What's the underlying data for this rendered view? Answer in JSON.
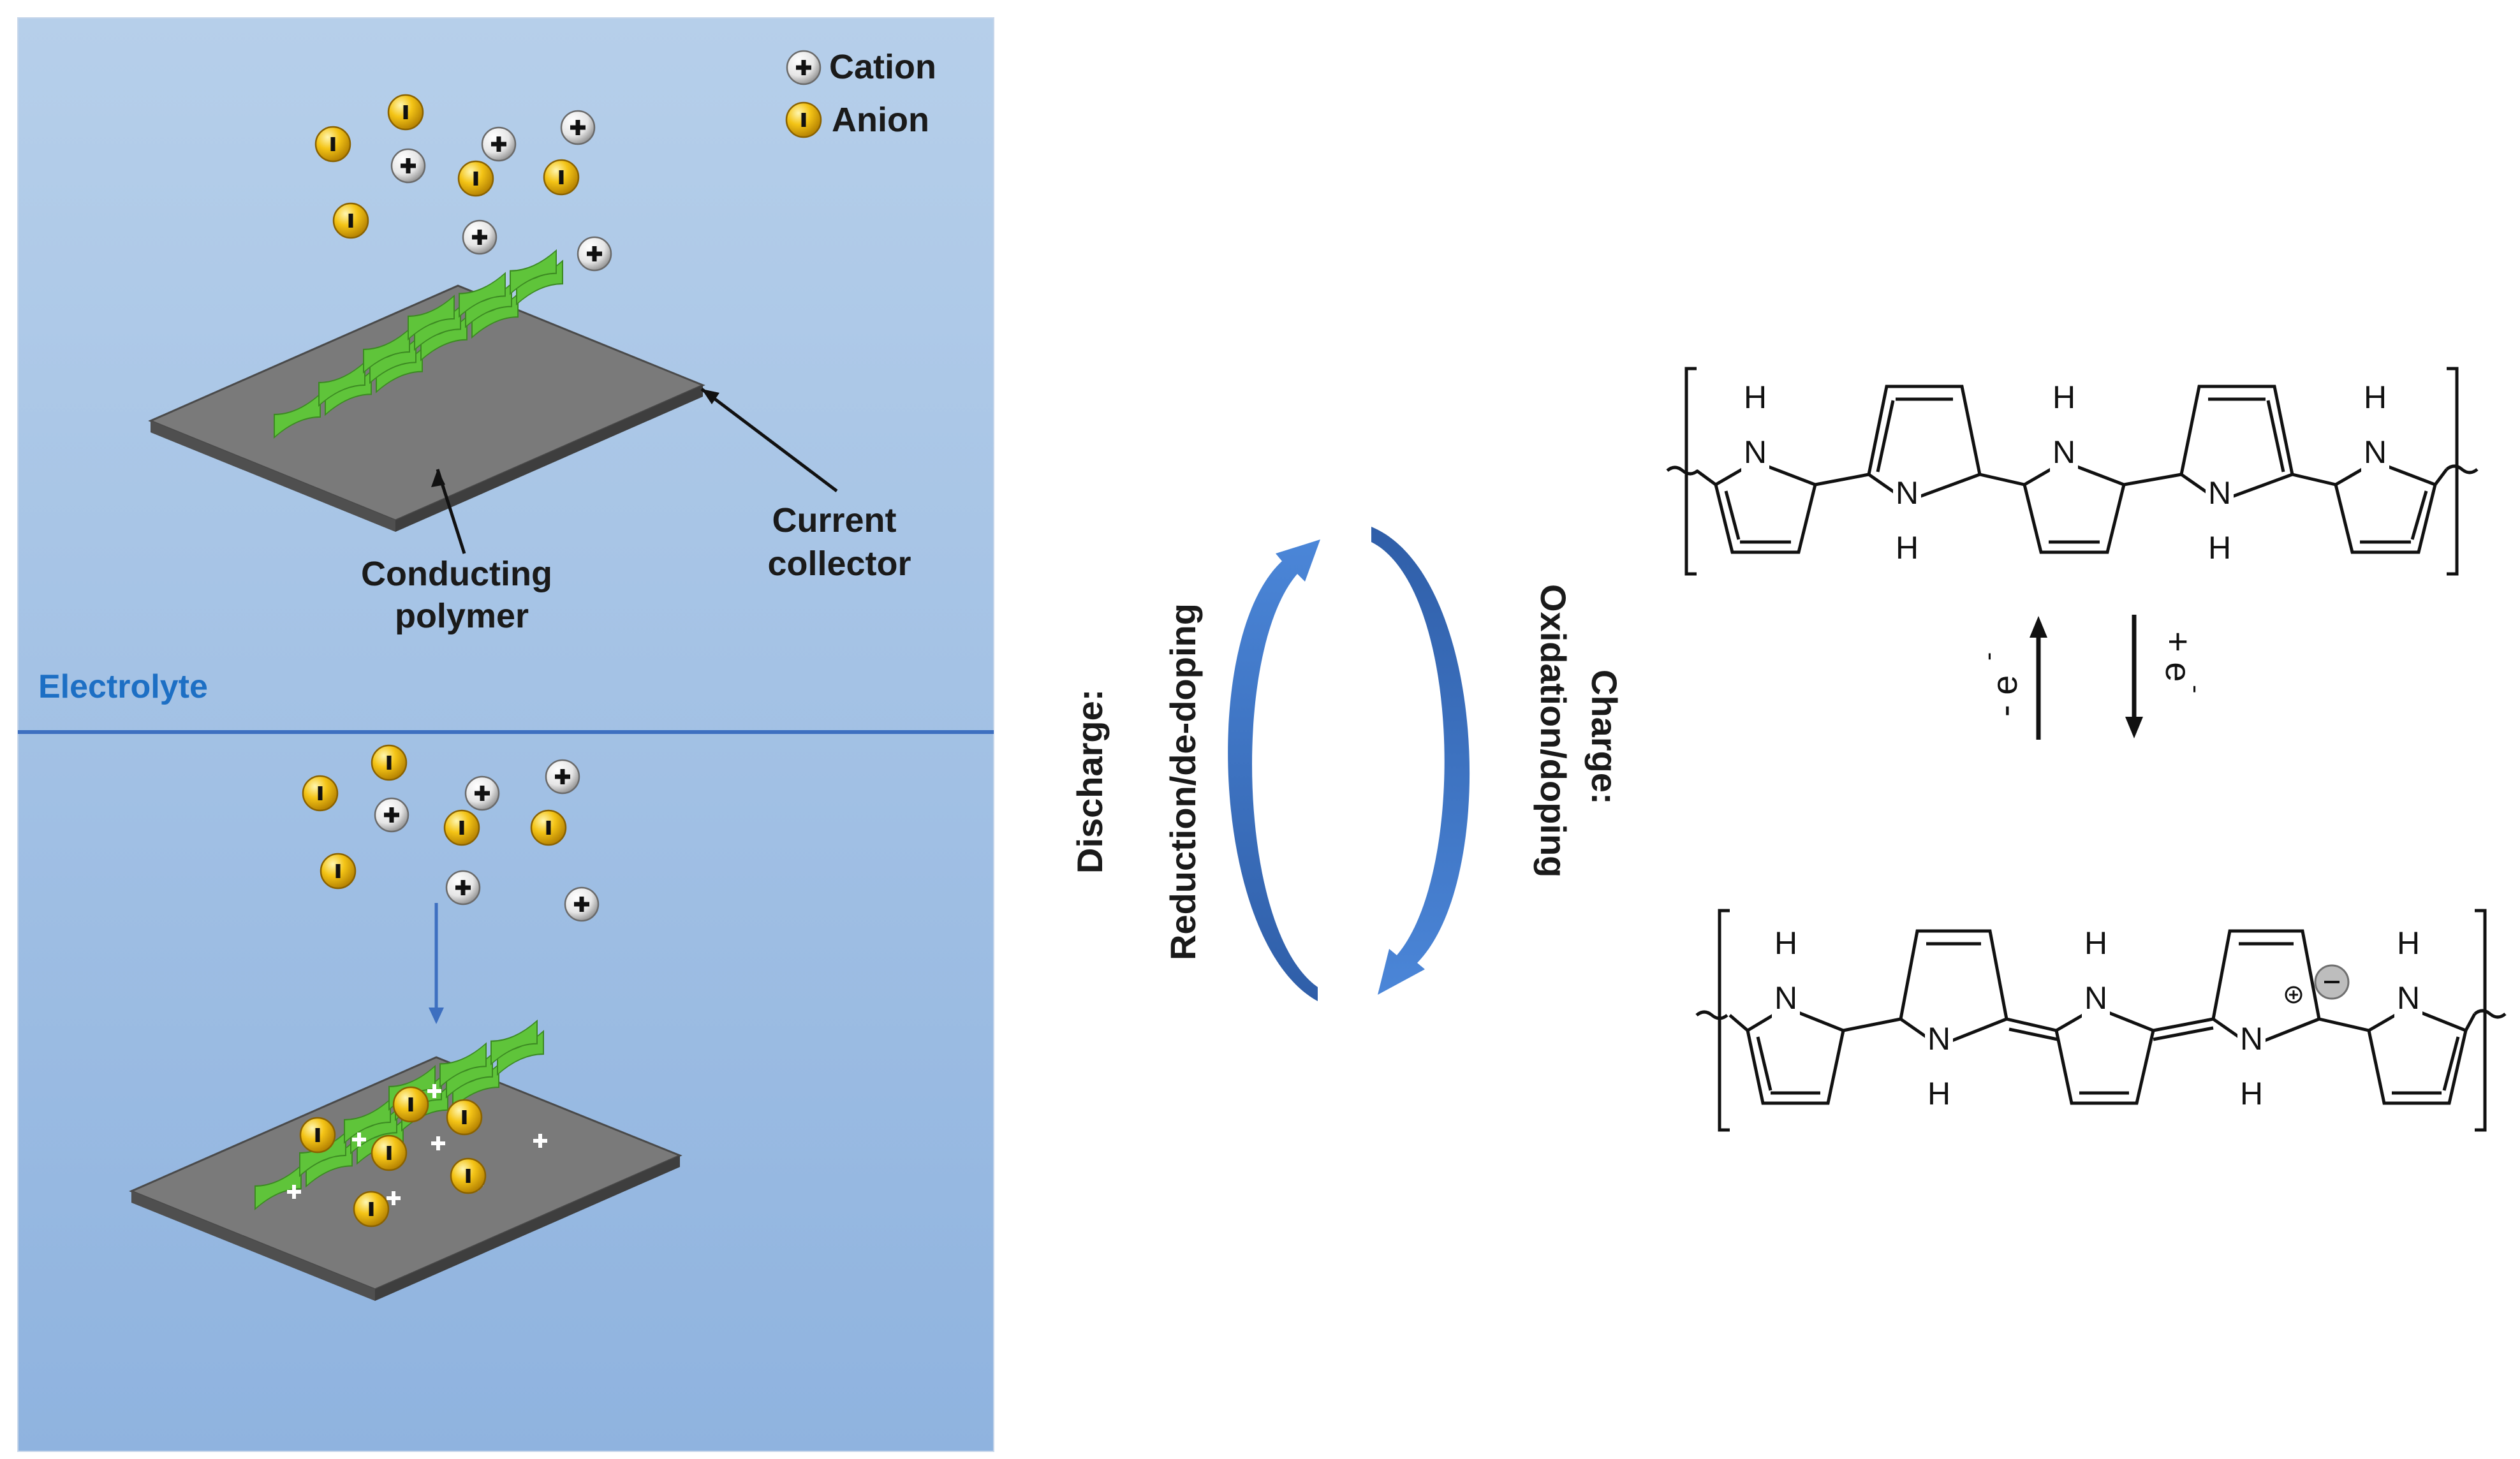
{
  "legend": {
    "cation_label": "Cation",
    "anion_label": "Anion"
  },
  "device": {
    "conducting_polymer_line1": "Conducting",
    "conducting_polymer_line2": "polymer",
    "current_collector_line1": "Current",
    "current_collector_line2": "collector",
    "electrolyte_label": "Electrolyte"
  },
  "cycle": {
    "discharge_label": "Discharge:",
    "discharge_process": "Reduction/de-doping",
    "charge_label": "Charge:",
    "charge_process": "Oxidation/doping"
  },
  "reaction": {
    "oxidation_arrow_label": "- e",
    "reduction_arrow_label": "+ e",
    "electron_superscript": "-",
    "atom_H": "H",
    "atom_N": "N"
  },
  "colors": {
    "panel_top": "#b4cde8",
    "panel_bottom": "#90b5e0",
    "divider": "#3d6fc0",
    "polymer_green": "#5fc43a",
    "collector_gray": "#6f6f6f",
    "anion_gold": "#e8b400",
    "cycle_arrow": "#3a6bbf"
  }
}
